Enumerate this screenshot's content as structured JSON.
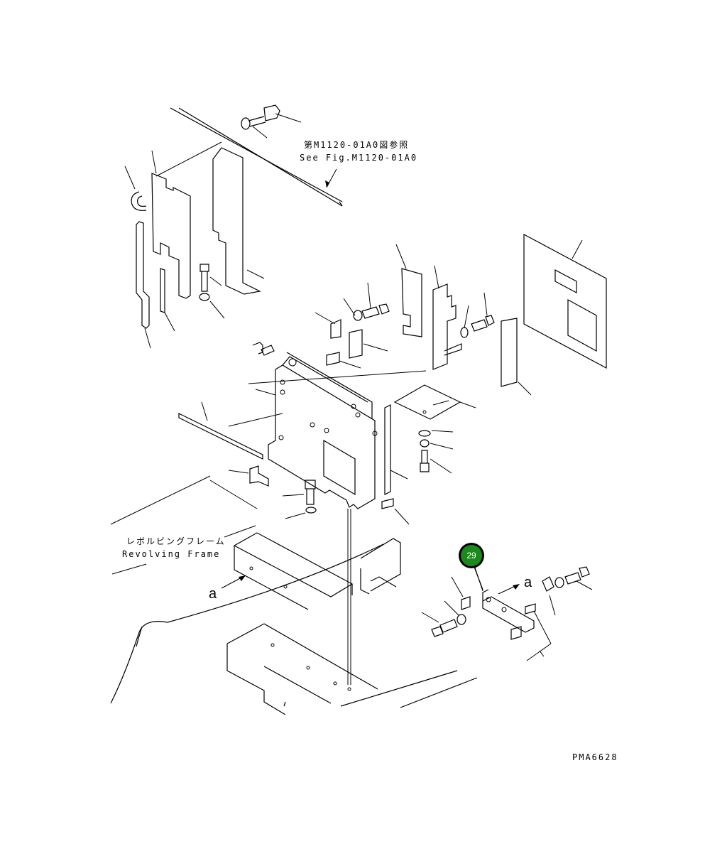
{
  "reference_note": {
    "jp": "第M1120-01A0図参照",
    "en": "See Fig.M1120-01A0"
  },
  "frame_label": {
    "jp": "レボルビングフレーム",
    "en": "Revolving Frame"
  },
  "view_marker_left": "a",
  "view_marker_right": "a",
  "callout": {
    "number": "29",
    "color": "#1a8a1a"
  },
  "drawing_code": "PMA6628"
}
